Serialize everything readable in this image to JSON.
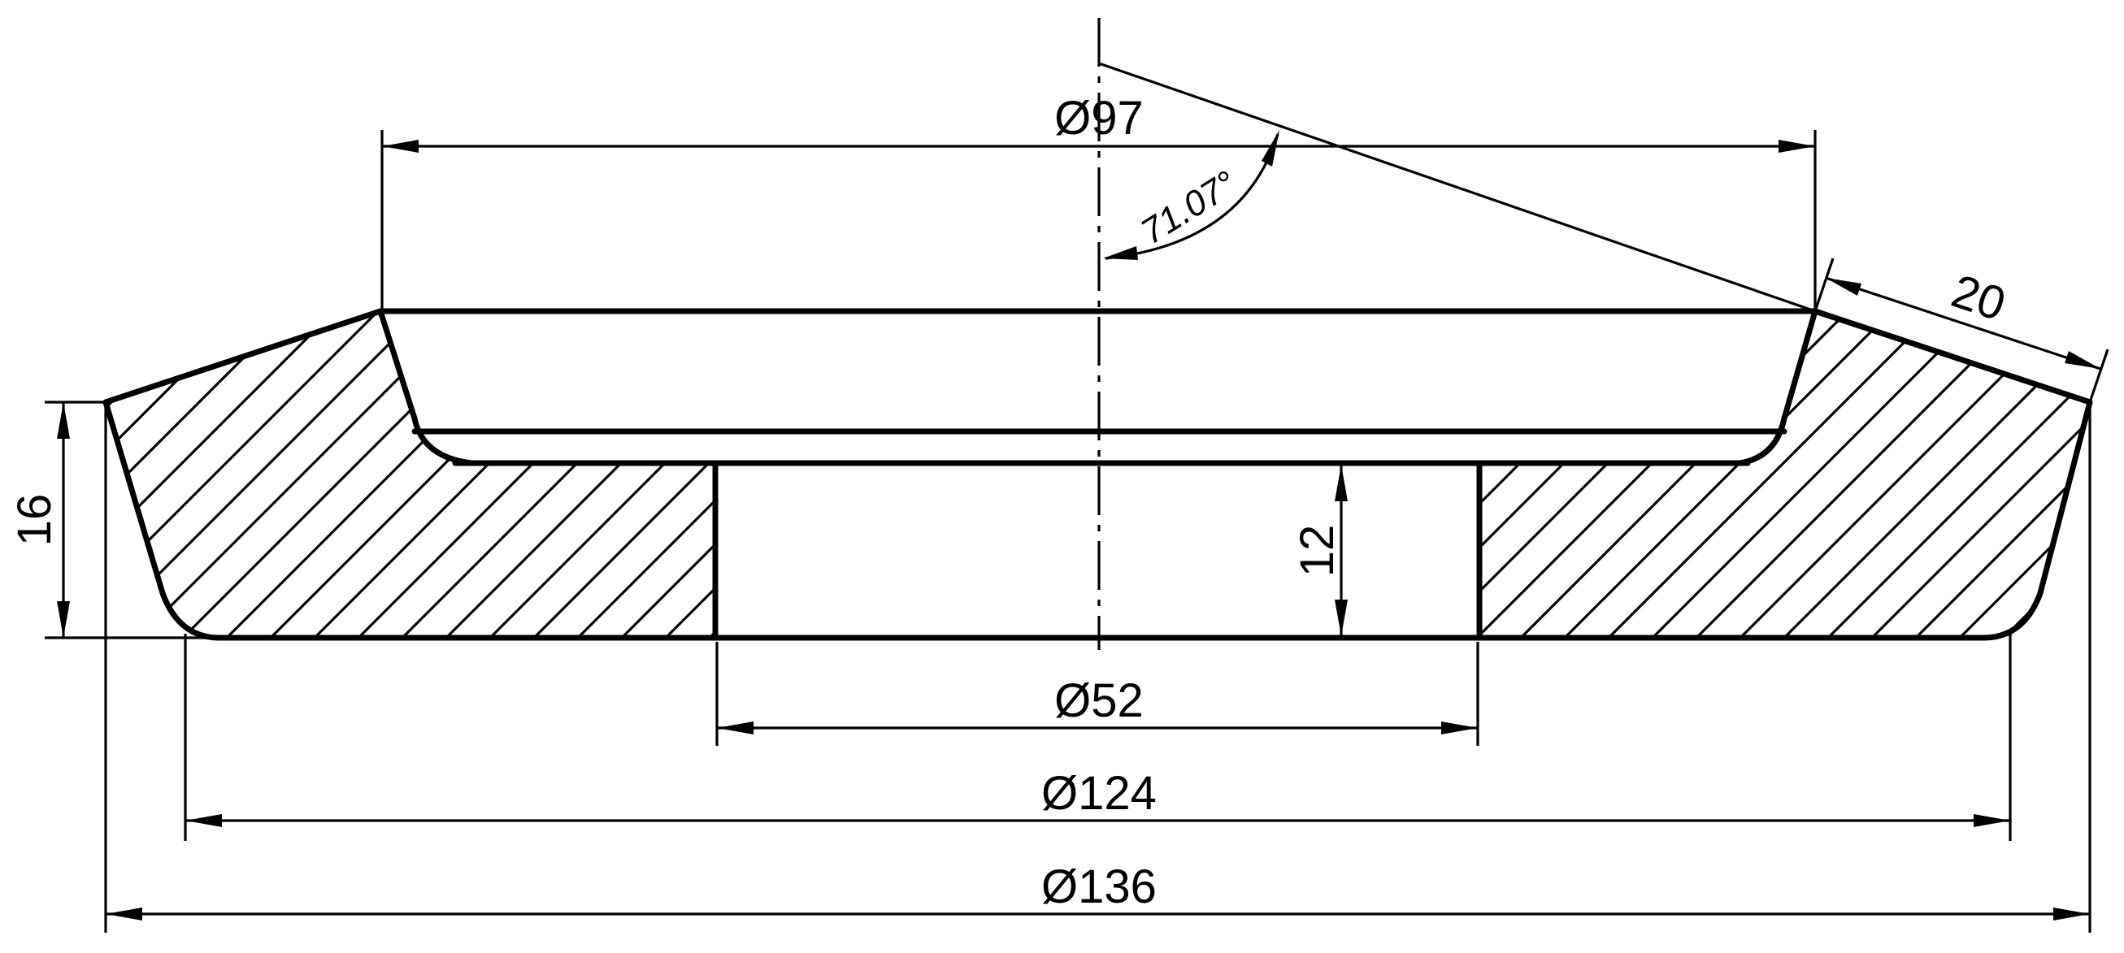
{
  "dimensions": {
    "dia_97": "Ø97",
    "angle": "71.07°",
    "chamfer_20": "20",
    "height_16": "16",
    "depth_12": "12",
    "dia_52": "Ø52",
    "dia_124": "Ø124",
    "dia_136": "Ø136"
  }
}
